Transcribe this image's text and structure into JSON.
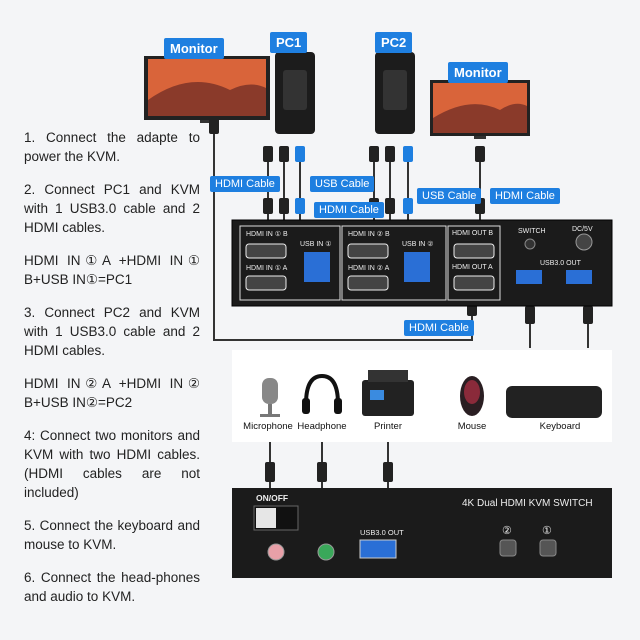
{
  "top_labels": {
    "monitor_left": "Monitor",
    "pc1": "PC1",
    "pc2": "PC2",
    "monitor_right": "Monitor"
  },
  "cable_labels": {
    "hdmi_cable_1": "HDMI Cable",
    "usb_cable_1": "USB Cable",
    "hdmi_cable_2": "HDMI Cable",
    "usb_cable_2": "USB Cable",
    "hdmi_cable_3": "HDMI Cable",
    "hdmi_cable_4": "HDMI Cable"
  },
  "kvm_back": {
    "hdmi_in1_b": "HDMI IN ① B",
    "hdmi_in1_a": "HDMI IN ① A",
    "usb_in1": "USB IN ①",
    "hdmi_in2_b": "HDMI IN ② B",
    "hdmi_in2_a": "HDMI IN ② A",
    "usb_in2": "USB IN ②",
    "hdmi_out_b": "HDMI OUT B",
    "hdmi_out_a": "HDMI OUT A",
    "switch": "SWITCH",
    "dc": "DC/5V",
    "usb_out": "USB3.0 OUT"
  },
  "peripherals": {
    "microphone": "Microphone",
    "headphone": "Headphone",
    "printer": "Printer",
    "mouse": "Mouse",
    "keyboard": "Keyboard"
  },
  "kvm_front": {
    "onoff": "ON/OFF",
    "title": "4K Dual HDMI KVM SWITCH",
    "usb_out": "USB3.0 OUT",
    "btn2": "②",
    "btn1": "①"
  },
  "steps": [
    "1. Connect the adapte to power the KVM.",
    "2. Connect PC1 and KVM with 1 USB3.0 cable and 2 HDMI cables.",
    "HDMI IN①A +HDMI IN① B+USB IN①=PC1",
    "3. Connect PC2 and KVM with 1 USB3.0 cable and 2 HDMI cables.",
    "HDMI IN②A +HDMI IN② B+USB IN②=PC2",
    "4: Connect two monitors and KVM with two HDMI cables.(HDMI cables are not included)",
    "5. Connect the keyboard and mouse to KVM.",
    "6. Connect the head-phones and audio to KVM."
  ],
  "colors": {
    "accent_blue": "#1e7fe0",
    "device_black": "#1b1b1b"
  }
}
